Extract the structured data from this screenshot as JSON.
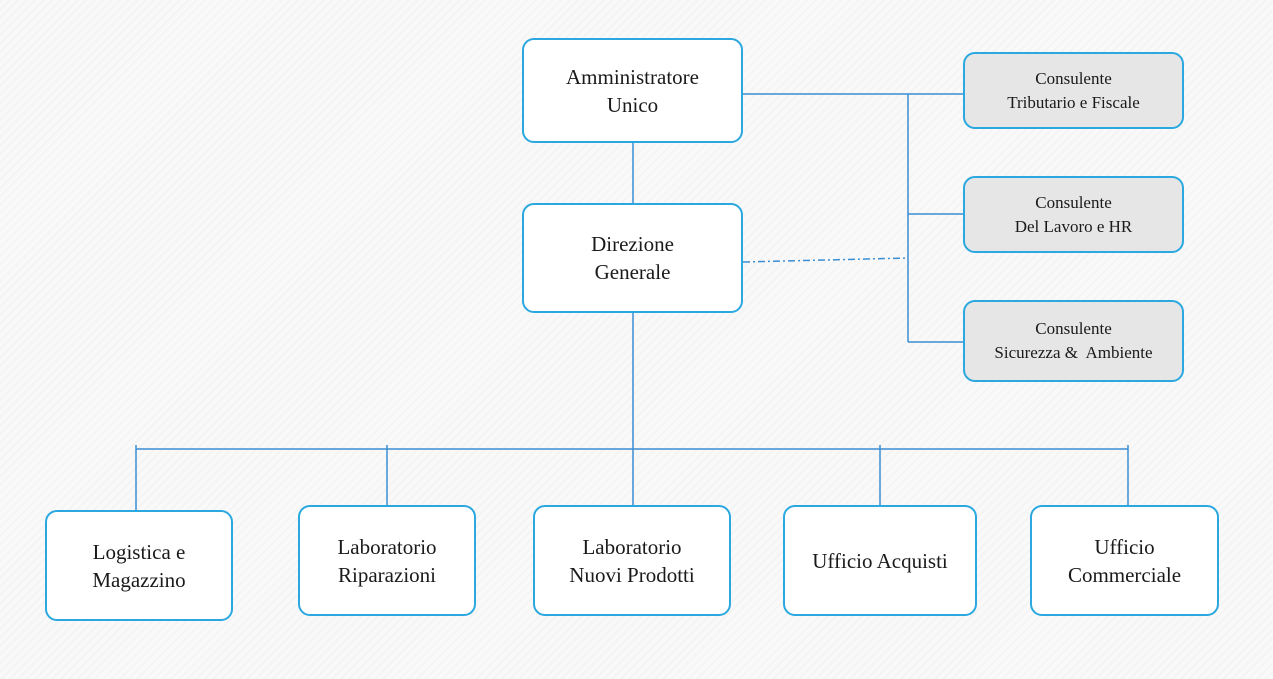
{
  "colors": {
    "box_border": "#2aa8df",
    "connector": "#3a8ed3",
    "box_fill": "#ffffff",
    "consultant_fill": "#e6e6e6",
    "text": "#1a1a1a"
  },
  "org_chart": {
    "top": {
      "line1": "Amministratore",
      "line2": "Unico"
    },
    "director": {
      "line1": "Direzione",
      "line2": "Generale"
    },
    "consultants": [
      {
        "line1": "Consulente",
        "line2": "Tributario e Fiscale"
      },
      {
        "line1": "Consulente",
        "line2": "Del Lavoro e HR"
      },
      {
        "line1": "Consulente",
        "line2": "Sicurezza &  Ambiente"
      }
    ],
    "departments": [
      {
        "line1": "Logistica e",
        "line2": "Magazzino"
      },
      {
        "line1": "Laboratorio",
        "line2": "Riparazioni"
      },
      {
        "line1": "Laboratorio",
        "line2": "Nuovi Prodotti"
      },
      {
        "line1": "Ufficio Acquisti",
        "line2": ""
      },
      {
        "line1": "Ufficio",
        "line2": "Commerciale"
      }
    ]
  }
}
